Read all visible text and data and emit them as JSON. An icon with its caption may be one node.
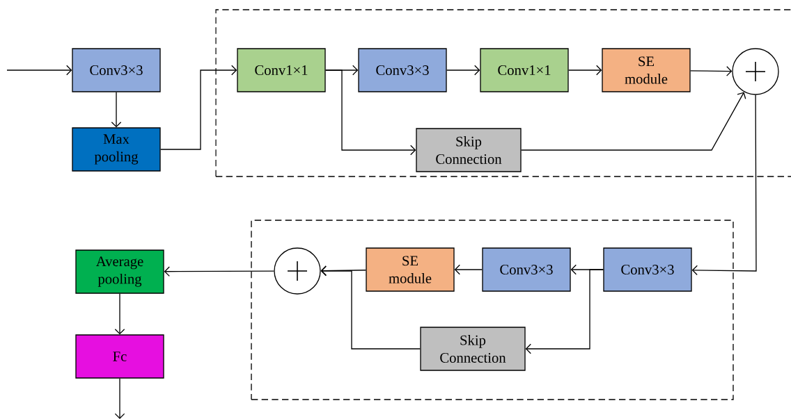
{
  "diagram": {
    "nodes": [
      {
        "text": [
          "Conv3×3"
        ]
      },
      {
        "text": [
          "Max pooling"
        ]
      },
      {
        "text": [],
        "shape": "box"
      },
      {
        "text": [
          "Conv1×1"
        ],
        "in": 2
      },
      {
        "text": [
          "Conv3×3"
        ],
        "in": 2
      },
      {
        "text": [
          "Conv1×1"
        ],
        "in": 2
      },
      {
        "text": [
          "SE module"
        ],
        "in": 2
      },
      {
        "text": [],
        "shape": "circle",
        "in": 2
      },
      {
        "text": [
          "Skip Connection"
        ],
        "in": 2
      },
      {
        "text": [],
        "shape": "box"
      },
      {
        "text": [],
        "shape": "circle",
        "in": 9
      },
      {
        "text": [
          "SE module"
        ],
        "in": 9
      },
      {
        "text": [
          "Conv3×3"
        ],
        "in": 9
      },
      {
        "text": [
          "Conv3×3"
        ],
        "in": 9
      },
      {
        "text": [
          "Skip Connection"
        ],
        "in": 9
      },
      {
        "text": [
          "Average pooling"
        ]
      },
      {
        "text": [
          "Fc"
        ]
      }
    ],
    "edges": [
      {
        "from": null,
        "to": 0,
        "arrow": "to"
      },
      {
        "from": 0,
        "to": 1,
        "arrow": "to"
      },
      {
        "from": 1,
        "to": 3,
        "arrow": "to"
      },
      {
        "from": 3,
        "to": 4,
        "arrow": "to"
      },
      {
        "from": 3,
        "to": 8,
        "arrow": "to"
      },
      {
        "from": 4,
        "to": 5,
        "arrow": "to"
      },
      {
        "from": 5,
        "to": 6,
        "arrow": "to"
      },
      {
        "from": 6,
        "to": 7,
        "arrow": "to"
      },
      {
        "from": 8,
        "to": 7,
        "arrow": "to"
      },
      {
        "from": 7,
        "to": 13,
        "arrow": "to"
      },
      {
        "from": 13,
        "to": 12,
        "arrow": "to"
      },
      {
        "from": 13,
        "to": 14,
        "arrow": "to"
      },
      {
        "from": 12,
        "to": 11,
        "arrow": "to"
      },
      {
        "from": 11,
        "to": 10,
        "arrow": "to"
      },
      {
        "from": 14,
        "to": 10,
        "arrow": "to"
      },
      {
        "from": 10,
        "to": 15,
        "arrow": "to"
      },
      {
        "from": 15,
        "to": 16,
        "arrow": "to"
      },
      {
        "from": 16,
        "to": null,
        "arrow": "to"
      }
    ]
  }
}
